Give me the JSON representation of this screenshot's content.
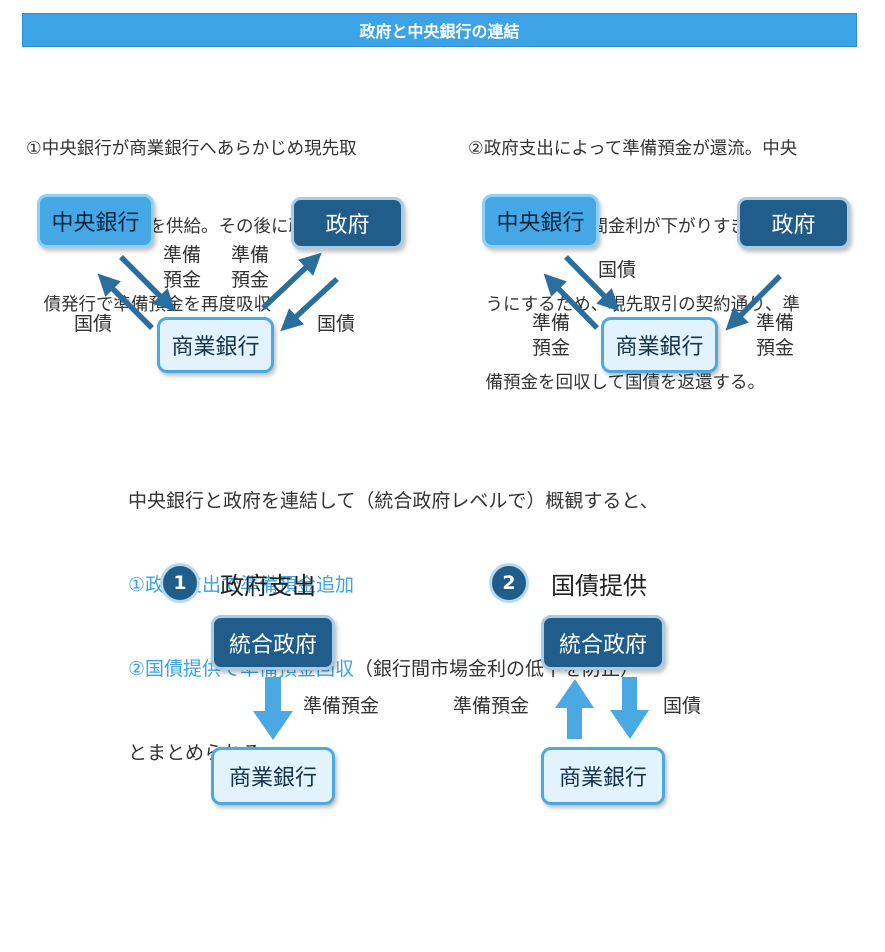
{
  "header": {
    "title": "政府と中央銀行の連結"
  },
  "scenario1": {
    "desc_lines": [
      "①中央銀行が商業銀行へあらかじめ現先取",
      "　引で準備預金を供給。その後に政府が国",
      "　債発行で準備預金を再度吸収"
    ],
    "central_bank": "中央銀行",
    "government": "政府",
    "commercial_bank": "商業銀行",
    "label_reserve_left": [
      "準備",
      "預金"
    ],
    "label_reserve_right": [
      "準備",
      "預金"
    ],
    "label_bond_left": "国債",
    "label_bond_right": "国債"
  },
  "scenario2": {
    "desc_lines": [
      "②政府支出によって準備預金が還流。中央",
      "　銀行は、銀行間金利が下がりすぎないよ",
      "　うにするため、現先取引の契約通り、準",
      "　備預金を回収して国債を返還する。"
    ],
    "central_bank": "中央銀行",
    "government": "政府",
    "commercial_bank": "商業銀行",
    "label_bond": "国債",
    "label_reserve_left": [
      "準備",
      "預金"
    ],
    "label_reserve_right": [
      "準備",
      "預金"
    ]
  },
  "summary": {
    "line1": "中央銀行と政府を連結して（統合政府レベルで）概観すると、",
    "line2": "①政府支出で準備預金追加",
    "line3_highlight": "②国債提供で準備預金回収",
    "line3_rest": "（銀行間市場金利の低下を防止）",
    "line4": "とまとめられる"
  },
  "panel1": {
    "number": "1",
    "title": "政府支出",
    "top_box": "統合政府",
    "arrow_label": "準備預金",
    "bottom_box": "商業銀行"
  },
  "panel2": {
    "number": "2",
    "title": "国債提供",
    "top_box": "統合政府",
    "arrow_label_left": "準備預金",
    "arrow_label_right": "国債",
    "bottom_box": "商業銀行"
  },
  "colors": {
    "accent": "#3ba3e6",
    "dark_blue": "#205d8b",
    "arrow": "#2a6e9e",
    "light_arrow": "#4aa8e2"
  }
}
